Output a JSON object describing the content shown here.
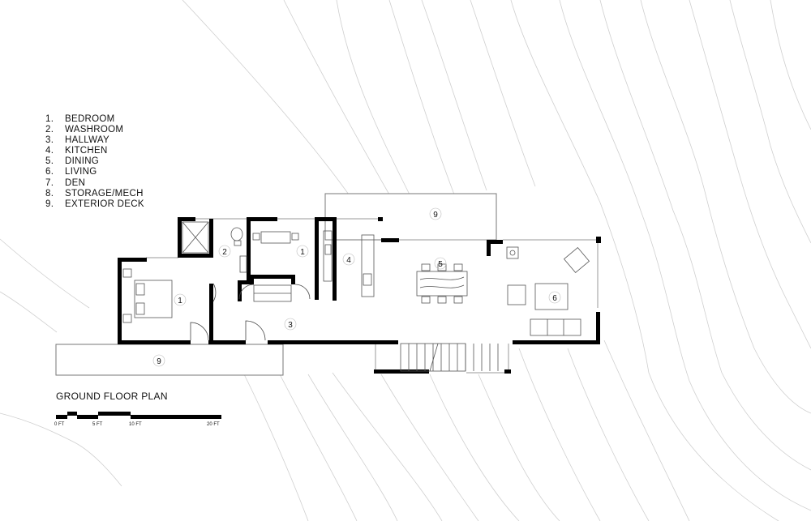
{
  "legend": [
    {
      "num": "1.",
      "label": "BEDROOM"
    },
    {
      "num": "2.",
      "label": "WASHROOM"
    },
    {
      "num": "3.",
      "label": "HALLWAY"
    },
    {
      "num": "4.",
      "label": "KITCHEN"
    },
    {
      "num": "5.",
      "label": "DINING"
    },
    {
      "num": "6.",
      "label": "LIVING"
    },
    {
      "num": "7.",
      "label": "DEN"
    },
    {
      "num": "8.",
      "label": "STORAGE/MECH"
    },
    {
      "num": "9.",
      "label": "EXTERIOR DECK"
    }
  ],
  "plan_title": "GROUND FLOOR PLAN",
  "scale_bar": {
    "labels": [
      "0 FT",
      "5 FT",
      "10 FT",
      "20 FT"
    ]
  },
  "room_tags": {
    "bedroom_main": "1",
    "washroom": "2",
    "bedroom_second": "1",
    "hallway": "3",
    "kitchen": "4",
    "dining": "5",
    "living": "6",
    "deck_top": "9",
    "deck_bottom": "9"
  }
}
